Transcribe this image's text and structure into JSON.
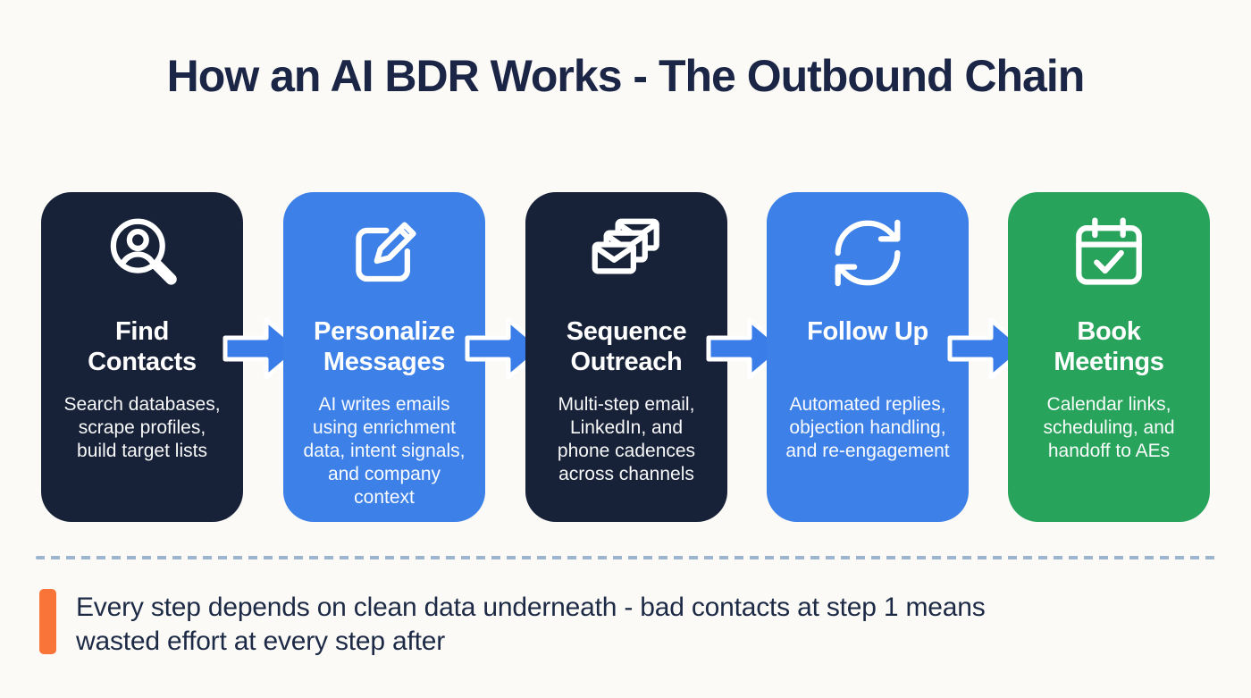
{
  "page_title": "How an AI BDR Works - The Outbound Chain",
  "steps": [
    {
      "name": "find-contacts",
      "icon": "user-search-icon",
      "color": "#172138",
      "title": "Find Contacts",
      "title_lines": [
        "Find",
        "Contacts"
      ],
      "description": "Search databases, scrape profiles, build target lists",
      "desc_lines": [
        "Search databases,",
        "scrape profiles,",
        "build target lists"
      ]
    },
    {
      "name": "personalize-messages",
      "icon": "compose-edit-icon",
      "color": "#3c80e8",
      "title": "Personalize Messages",
      "title_lines": [
        "Personalize",
        "Messages"
      ],
      "description": "AI writes emails using enrichment data, intent signals, and company context",
      "desc_lines": [
        "AI writes emails",
        "using enrichment",
        "data, intent signals,",
        "and company",
        "context"
      ]
    },
    {
      "name": "sequence-outreach",
      "icon": "mail-stack-icon",
      "color": "#172138",
      "title": "Sequence Outreach",
      "title_lines": [
        "Sequence",
        "Outreach"
      ],
      "description": "Multi-step email, LinkedIn, and phone cadences across channels",
      "desc_lines": [
        "Multi-step email,",
        "LinkedIn, and",
        "phone cadences",
        "across channels"
      ]
    },
    {
      "name": "follow-up",
      "icon": "refresh-icon",
      "color": "#3c80e8",
      "title": "Follow Up",
      "title_lines": [
        "Follow Up"
      ],
      "description": "Automated replies, objection handling, and re-engagement",
      "desc_lines": [
        "Automated replies,",
        "objection handling,",
        "and re-engagement"
      ]
    },
    {
      "name": "book-meetings",
      "icon": "calendar-check-icon",
      "color": "#27a35b",
      "title": "Book Meetings",
      "title_lines": [
        "Book",
        "Meetings"
      ],
      "description": "Calendar links, scheduling, and handoff to AEs",
      "desc_lines": [
        "Calendar links,",
        "scheduling, and",
        "handoff to AEs"
      ]
    }
  ],
  "callout": {
    "text": "Every step depends on clean data underneath - bad contacts at step 1 means wasted effort at every step after",
    "lines": [
      "Every step depends on clean data underneath - bad contacts at step 1 means",
      "wasted effort at every step after"
    ],
    "accent_color": "#f87438"
  },
  "colors": {
    "background": "#fbfaf7",
    "navy_card": "#172138",
    "blue_card": "#3c80e8",
    "green_card": "#27a35b",
    "arrow_blue": "#3a7de8",
    "title_text": "#1b2545",
    "card_text": "#ffffff",
    "divider": "#9cb4ce",
    "callout_accent": "#f87438",
    "callout_text": "#1d2a46"
  }
}
